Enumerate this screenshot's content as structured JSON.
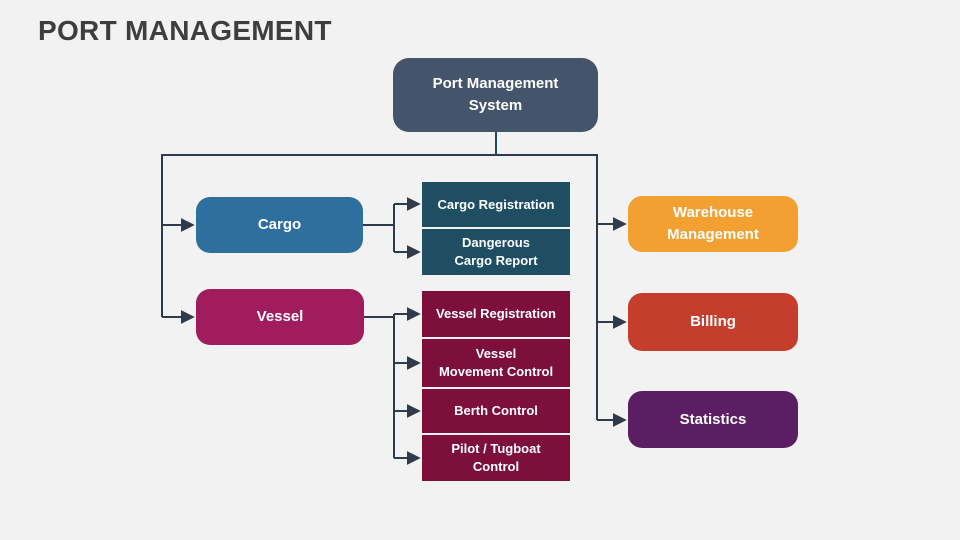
{
  "title": "PORT MANAGEMENT",
  "colors": {
    "background": "#F2F2F2",
    "title_text": "#3E3E3E",
    "connector": "#2E3B4C",
    "root_drop_connector": "#1D4B57",
    "node_text": "#FFFFFF"
  },
  "root": {
    "label": "Port Management\nSystem",
    "color": "#44546A"
  },
  "cargo": {
    "label": "Cargo",
    "color": "#2E6F9E",
    "children_color": "#1F4E63",
    "children": [
      {
        "label": "Cargo Registration"
      },
      {
        "label": "Dangerous\nCargo Report"
      }
    ]
  },
  "vessel": {
    "label": "Vessel",
    "color": "#A11C5D",
    "children_color": "#7C103B",
    "children": [
      {
        "label": "Vessel Registration"
      },
      {
        "label": "Vessel\nMovement Control"
      },
      {
        "label": "Berth Control"
      },
      {
        "label": "Pilot / Tugboat\nControl"
      }
    ]
  },
  "right_branches": [
    {
      "label": "Warehouse\nManagement",
      "color": "#F2A032"
    },
    {
      "label": "Billing",
      "color": "#C53E2C"
    },
    {
      "label": "Statistics",
      "color": "#5B1E63"
    }
  ]
}
